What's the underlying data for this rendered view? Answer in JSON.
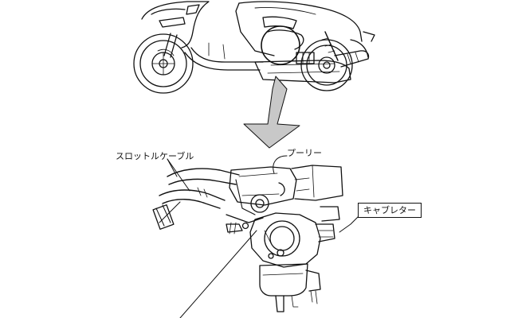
{
  "labels": {
    "throttle_cable": "スロットルケーブル",
    "pulley": "プーリー",
    "carburetor": "キャブレター"
  },
  "colors": {
    "line": "#111111",
    "arrow_fill": "#c8c8c8",
    "background": "#ffffff"
  }
}
